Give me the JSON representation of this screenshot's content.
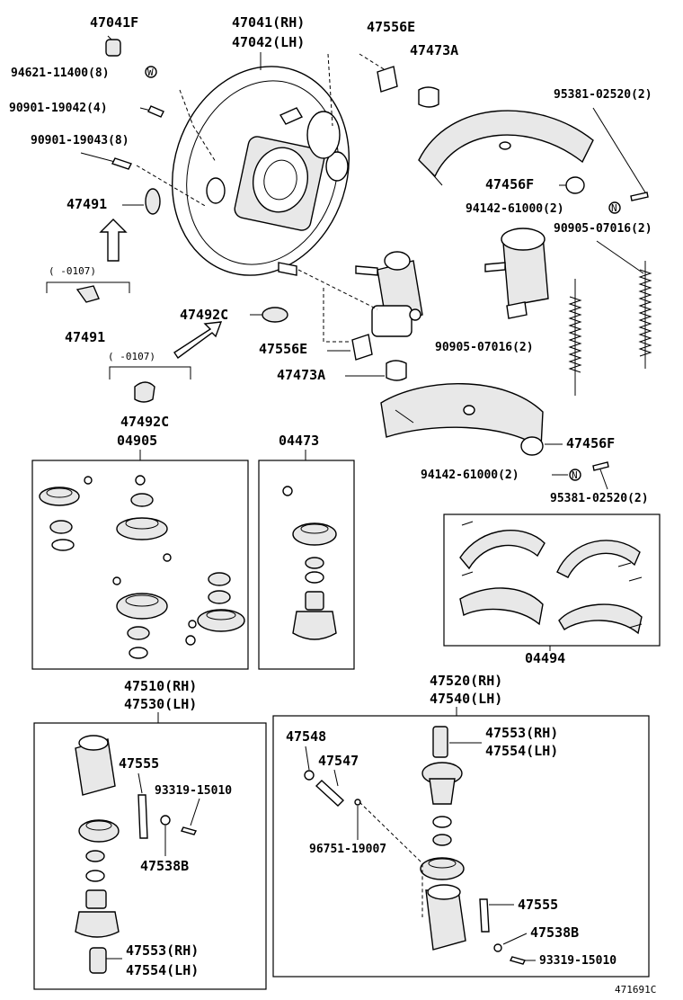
{
  "labels": {
    "p47041F": "47041F",
    "p47041": "47041(RH)",
    "p47042": "47042(LH)",
    "p47556E_top": "47556E",
    "p47473A_top": "47473A",
    "p94621": "94621-11400(8)",
    "p90901_4": "90901-19042(4)",
    "p90901_8": "90901-19043(8)",
    "p95381_top": "95381-02520(2)",
    "p47456F_top": "47456F",
    "p94142_top": "94142-61000(2)",
    "p90905_top": "90905-07016(2)",
    "p47491_a": "47491",
    "p0107_a": "(   -0107)",
    "p47491_b": "47491",
    "p47492C_a": "47492C",
    "p90905_mid": "90905-07016(2)",
    "p47556E_mid": "47556E",
    "p47473A_mid": "47473A",
    "p0107_b": "(       -0107)",
    "p47492C_b": "47492C",
    "p47456F_mid": "47456F",
    "p94142_mid": "94142-61000(2)",
    "p95381_mid": "95381-02520(2)",
    "k04905": "04905",
    "k04473": "04473",
    "k04494": "04494",
    "p47510": "47510(RH)",
    "p47530": "47530(LH)",
    "p47555_l": "47555",
    "p93319_l": "93319-15010",
    "p47538B_l": "47538B",
    "p47553_l": "47553(RH)",
    "p47554_l": "47554(LH)",
    "p47520": "47520(RH)",
    "p47540": "47540(LH)",
    "p47548": "47548",
    "p47547": "47547",
    "p47553_r": "47553(RH)",
    "p47554_r": "47554(LH)",
    "p96751": "96751-19007",
    "p47555_r": "47555",
    "p47538B_r": "47538B",
    "p93319_r": "93319-15010",
    "code": "471691C"
  },
  "symbols": {
    "washer_mark_W": "W",
    "nut_mark_N": "N"
  }
}
